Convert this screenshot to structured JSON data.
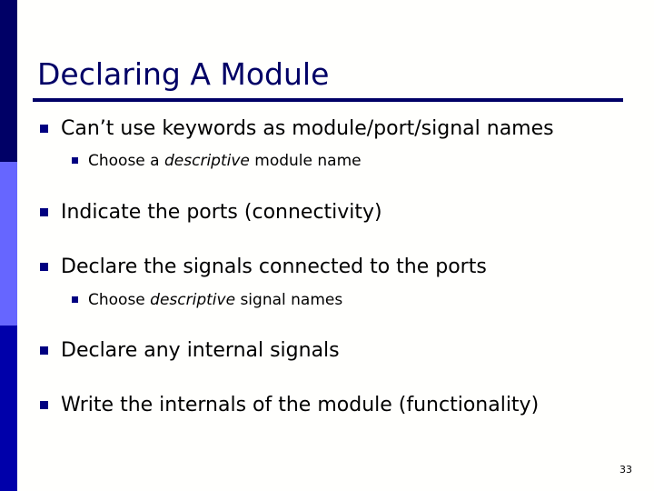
{
  "slide": {
    "title": "Declaring A Module",
    "page_number": "33",
    "colors": {
      "title": "#000066",
      "rule": "#000066",
      "bullet_marker": "#000080",
      "sidebar_top": "#000066",
      "sidebar_middle": "#6666ff",
      "sidebar_bottom": "#0000aa",
      "body_text": "#000000",
      "background": "#fffffd"
    },
    "bullets": [
      {
        "level": 1,
        "parts": [
          {
            "text": "Can’t use keywords as module/port/signal names",
            "italic": false
          }
        ]
      },
      {
        "level": 2,
        "parts": [
          {
            "text": "Choose a ",
            "italic": false
          },
          {
            "text": "descriptive",
            "italic": true
          },
          {
            "text": "  module name",
            "italic": false
          }
        ]
      },
      {
        "level": 1,
        "parts": [
          {
            "text": "Indicate the ports (connectivity)",
            "italic": false
          }
        ]
      },
      {
        "level": 1,
        "parts": [
          {
            "text": "Declare the signals connected to the ports",
            "italic": false
          }
        ]
      },
      {
        "level": 2,
        "parts": [
          {
            "text": "Choose ",
            "italic": false
          },
          {
            "text": "descriptive",
            "italic": true
          },
          {
            "text": "  signal names",
            "italic": false
          }
        ]
      },
      {
        "level": 1,
        "parts": [
          {
            "text": "Declare any internal signals",
            "italic": false
          }
        ]
      },
      {
        "level": 1,
        "parts": [
          {
            "text": "Write the internals of the module (functionality)",
            "italic": false
          }
        ]
      }
    ]
  }
}
